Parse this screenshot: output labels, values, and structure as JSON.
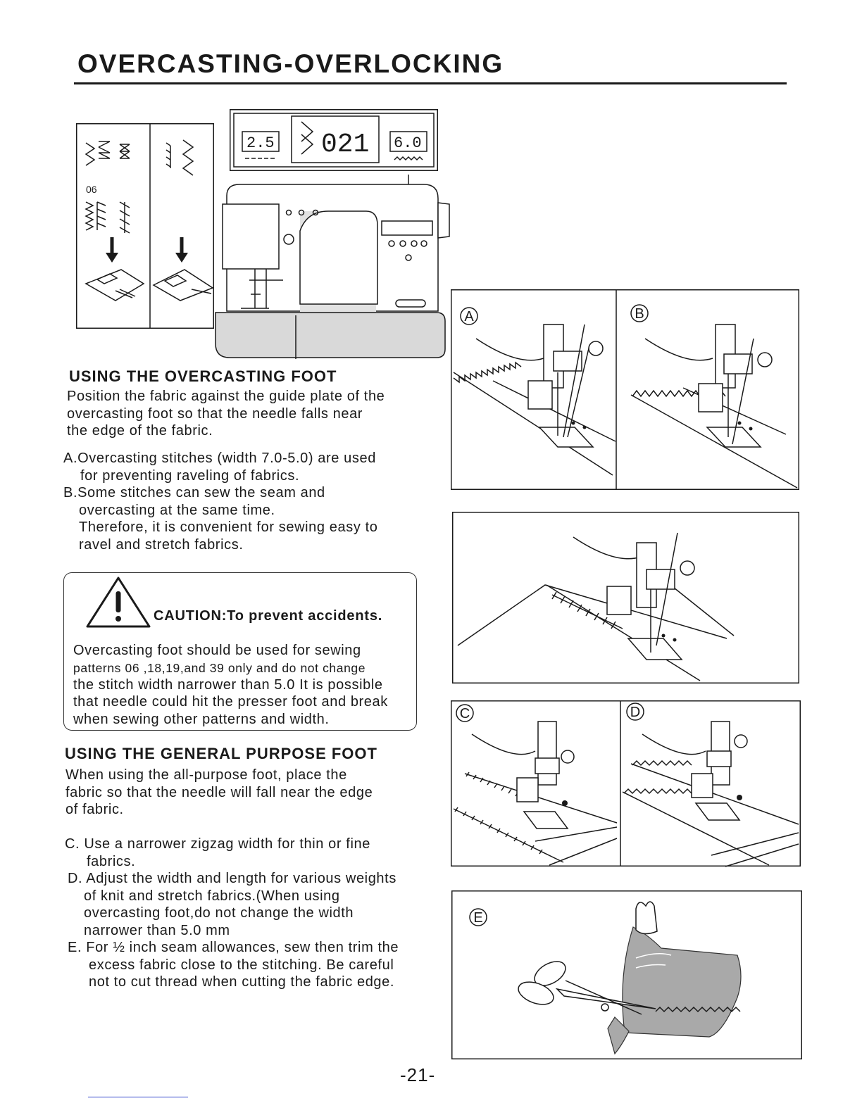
{
  "page": {
    "title": "OVERCASTING-OVERLOCKING",
    "page_number": "-21-"
  },
  "display_panel": {
    "left_value": "2.5",
    "main_value": "021",
    "right_value": "6.0"
  },
  "pattern_chart": {
    "pattern_number": "06"
  },
  "overcasting_section": {
    "heading": "USING THE OVERCASTING FOOT",
    "intro": [
      "Position the fabric against the guide plate of the",
      "overcasting foot so that the needle falls near",
      "the edge of the fabric."
    ],
    "items": [
      "A.Overcasting stitches (width 7.0-5.0) are used",
      "for preventing raveling of fabrics.",
      "B.Some stitches can sew the seam and",
      "overcasting at the same time.",
      "Therefore, it is convenient for sewing easy to",
      "ravel and stretch fabrics."
    ]
  },
  "caution": {
    "title": "CAUTION:To prevent accidents.",
    "lines": [
      "Overcasting foot should be used for sewing",
      "patterns 06 ,18,19,and 39 only and do not change",
      "the stitch width narrower than 5.0 It is possible",
      "that needle could hit the presser foot and break",
      "when sewing other patterns and width."
    ]
  },
  "general_section": {
    "heading": "USING THE GENERAL PURPOSE FOOT",
    "intro": [
      "When using the all-purpose foot, place the",
      "fabric so that the needle will fall near the edge",
      "of fabric."
    ],
    "items": [
      "C. Use a narrower zigzag width for thin or fine",
      "fabrics.",
      "D. Adjust the width and length for various weights",
      "of knit and stretch fabrics.(When using",
      "overcasting foot,do not change the width",
      "narrower than 5.0 mm",
      "E. For ½ inch seam allowances, sew then trim the",
      "excess fabric close to the stitching. Be careful",
      "not to cut thread when cutting the fabric edge."
    ]
  },
  "figures": {
    "label_a": "A",
    "label_b": "B",
    "label_c": "C",
    "label_d": "D",
    "label_e": "E"
  }
}
